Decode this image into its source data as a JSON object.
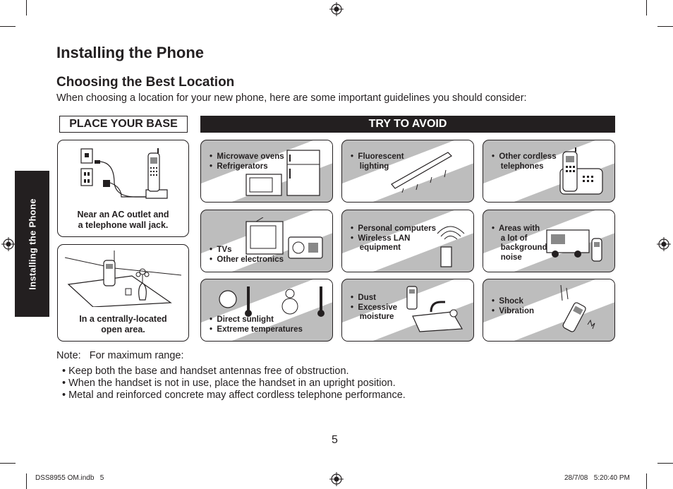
{
  "page": {
    "title": "Installing the Phone",
    "section_title": "Choosing the Best Location",
    "intro": "When choosing a location for your new phone, here are some important guidelines you should consider:",
    "side_tab": "Installing the Phone",
    "page_number": "5"
  },
  "place_base": {
    "header": "PLACE YOUR BASE",
    "items": [
      {
        "line1": "Near an AC outlet and",
        "line2": "a telephone wall jack."
      },
      {
        "line1": "In a centrally-located",
        "line2": "open area."
      }
    ]
  },
  "try_to_avoid": {
    "header": "TRY TO AVOID",
    "items": [
      {
        "lines": [
          "•  Microwave ovens",
          "•  Refrigerators"
        ]
      },
      {
        "lines": [
          "•  Fluorescent",
          "    lighting"
        ]
      },
      {
        "lines": [
          "•  Other cordless",
          "    telephones"
        ]
      },
      {
        "lines": [
          "•  TVs",
          "•  Other electronics"
        ]
      },
      {
        "lines": [
          "•  Personal computers",
          "•  Wireless LAN",
          "    equipment"
        ]
      },
      {
        "lines": [
          "•  Areas with",
          "    a lot of",
          "    background",
          "    noise"
        ]
      },
      {
        "lines": [
          "•  Direct sunlight",
          "•  Extreme temperatures"
        ]
      },
      {
        "lines": [
          "•  Dust",
          "•  Excessive",
          "    moisture"
        ]
      },
      {
        "lines": [
          "•  Shock",
          "•  Vibration"
        ]
      }
    ]
  },
  "note": {
    "label": "Note:   For maximum range:",
    "bullets": [
      "• Keep both the base and handset antennas free of obstruction.",
      "• When the handset is not in use, place the handset in an upright position.",
      "• Metal and reinforced concrete may affect cordless telephone performance."
    ]
  },
  "footer": {
    "left": "DSS8955 OM.indb   5",
    "right": "28/7/08   5:20:40 PM"
  }
}
